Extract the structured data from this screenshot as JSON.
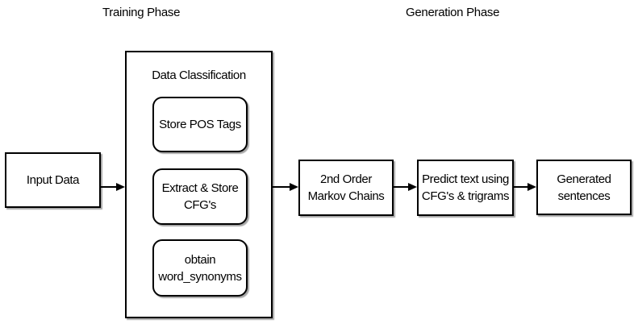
{
  "diagram": {
    "phase_labels": {
      "training": "Training Phase",
      "generation": "Generation Phase"
    },
    "nodes": {
      "input_data": {
        "label": "Input Data"
      },
      "data_classification": {
        "label": "Data Classification"
      },
      "store_pos_tags": {
        "label": "Store POS Tags"
      },
      "extract_store_cfgs": {
        "label": "Extract & Store CFG's"
      },
      "obtain_word_synonyms": {
        "label": "obtain word_synonyms"
      },
      "markov_chains": {
        "label": "2nd Order Markov Chains"
      },
      "predict_text": {
        "label": "Predict text using CFG's & trigrams"
      },
      "generated_sentences": {
        "label": "Generated sentences"
      }
    },
    "colors": {
      "node_border": "#000000",
      "node_fill": "#ffffff",
      "text": "#000000",
      "background": "#ffffff"
    }
  }
}
